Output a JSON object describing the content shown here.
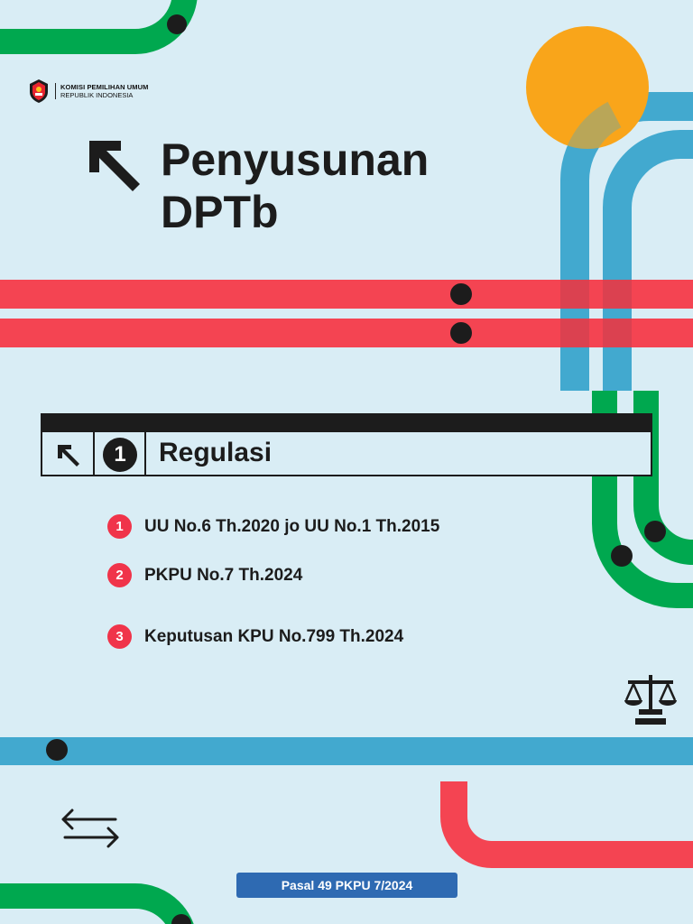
{
  "logo": {
    "line1": "KOMISI PEMILIHAN UMUM",
    "line2": "REPUBLIK INDONESIA"
  },
  "title": {
    "line1": "Penyusunan",
    "line2": "DPTb"
  },
  "section": {
    "number": "1",
    "label": "Regulasi"
  },
  "regulations": [
    {
      "number": "1",
      "text": "UU No.6 Th.2020 jo UU No.1 Th.2015"
    },
    {
      "number": "2",
      "text": "PKPU No.7 Th.2024"
    },
    {
      "number": "3",
      "text": "Keputusan KPU No.799 Th.2024"
    }
  ],
  "footer": {
    "badge": "Pasal 49 PKPU 7/2024"
  },
  "colors": {
    "background": "#d9edf5",
    "green": "#00a84f",
    "blue": "#42a9cf",
    "red": "#f44452",
    "orange": "#f9a51a",
    "dark": "#1c1c1c",
    "badge": "#2e6ab2"
  },
  "icons": {
    "title": "arrow-up-left-icon",
    "section": "arrow-up-left-icon",
    "scale": "scale-icon",
    "swap": "swap-arrows-icon"
  }
}
